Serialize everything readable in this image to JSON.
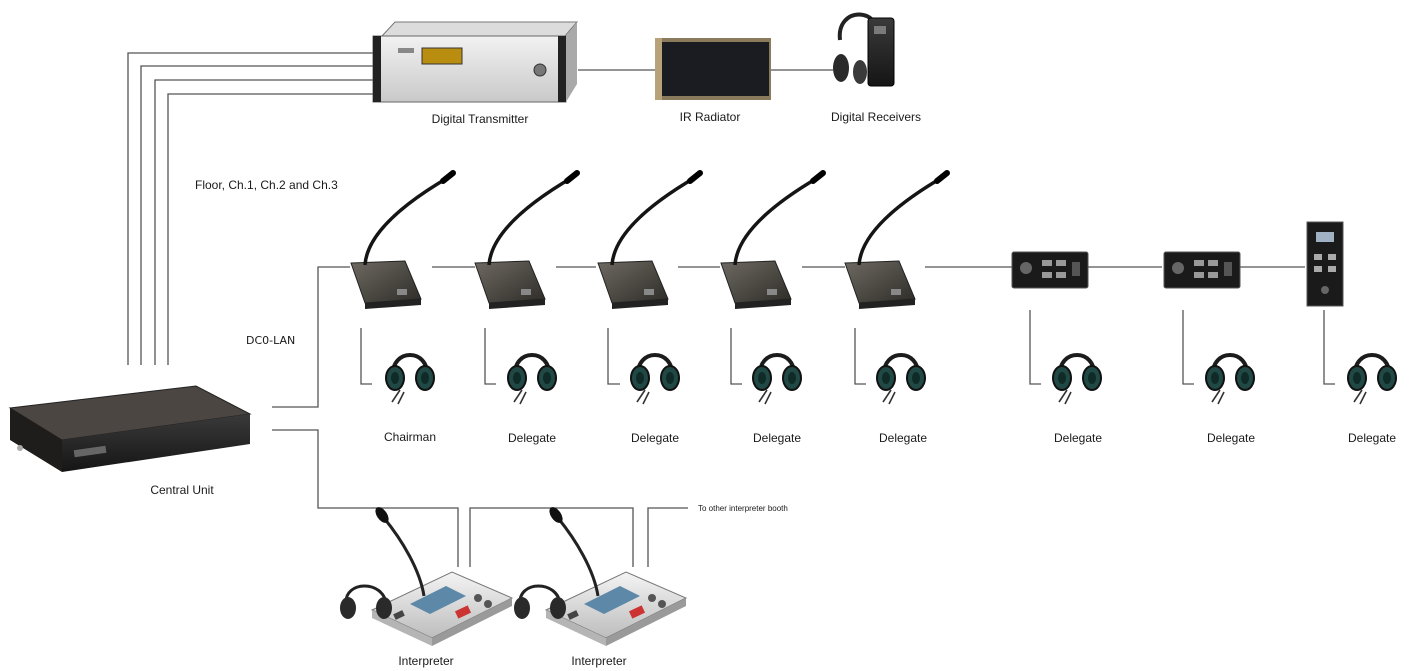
{
  "labels": {
    "digital_transmitter": "Digital Transmitter",
    "ir_radiator": "IR Radiator",
    "digital_receivers": "Digital Receivers",
    "floor_channels": "Floor, Ch.1, Ch.2 and Ch.3",
    "dcs_lan": "DC0-LAN",
    "central_unit": "Central Unit",
    "other_booth": "To other interpreter booth"
  },
  "seats": [
    {
      "role": "Chairman"
    },
    {
      "role": "Delegate"
    },
    {
      "role": "Delegate"
    },
    {
      "role": "Delegate"
    },
    {
      "role": "Delegate"
    },
    {
      "role": "Delegate"
    },
    {
      "role": "Delegate"
    },
    {
      "role": "Delegate"
    }
  ],
  "interpreters": [
    {
      "role": "Interpreter"
    },
    {
      "role": "Interpreter"
    }
  ],
  "icons": {
    "transmitter": "rack-transmitter-icon",
    "radiator": "ir-radiator-panel-icon",
    "receiver": "receiver-with-headphones-icon",
    "microphone_unit": "gooseneck-microphone-unit-icon",
    "flush_unit": "flush-mount-unit-icon",
    "headphones": "headphones-icon",
    "interpreter_desk": "interpreter-desk-icon",
    "central_unit": "central-unit-rack-icon"
  }
}
